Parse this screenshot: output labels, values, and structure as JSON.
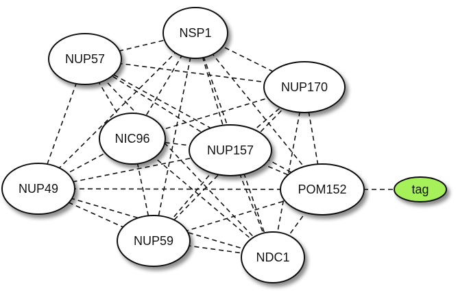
{
  "diagram": {
    "type": "network-graph",
    "edge_style": "dashed",
    "nodes": [
      {
        "id": "NSP1",
        "label": "NSP1",
        "fill": "#ffffff"
      },
      {
        "id": "NUP57",
        "label": "NUP57",
        "fill": "#ffffff"
      },
      {
        "id": "NUP170",
        "label": "NUP170",
        "fill": "#ffffff"
      },
      {
        "id": "NIC96",
        "label": "NIC96",
        "fill": "#ffffff"
      },
      {
        "id": "NUP157",
        "label": "NUP157",
        "fill": "#ffffff"
      },
      {
        "id": "NUP49",
        "label": "NUP49",
        "fill": "#ffffff"
      },
      {
        "id": "POM152",
        "label": "POM152",
        "fill": "#ffffff"
      },
      {
        "id": "tag",
        "label": "tag",
        "fill": "#a6f05a"
      },
      {
        "id": "NUP59",
        "label": "NUP59",
        "fill": "#ffffff"
      },
      {
        "id": "NDC1",
        "label": "NDC1",
        "fill": "#ffffff"
      }
    ],
    "edges": [
      [
        "NSP1",
        "NUP57"
      ],
      [
        "NSP1",
        "NUP170"
      ],
      [
        "NSP1",
        "NIC96"
      ],
      [
        "NSP1",
        "NUP157"
      ],
      [
        "NSP1",
        "NUP49"
      ],
      [
        "NSP1",
        "NUP59"
      ],
      [
        "NSP1",
        "POM152"
      ],
      [
        "NSP1",
        "NDC1"
      ],
      [
        "NUP57",
        "NUP49"
      ],
      [
        "NUP57",
        "NIC96"
      ],
      [
        "NUP57",
        "NUP157"
      ],
      [
        "NUP57",
        "POM152"
      ],
      [
        "NUP57",
        "NDC1"
      ],
      [
        "NUP57",
        "NUP170"
      ],
      [
        "NUP170",
        "NIC96"
      ],
      [
        "NUP170",
        "NUP157"
      ],
      [
        "NUP170",
        "POM152"
      ],
      [
        "NUP170",
        "NUP59"
      ],
      [
        "NUP170",
        "NDC1"
      ],
      [
        "NIC96",
        "NUP157"
      ],
      [
        "NIC96",
        "NUP49"
      ],
      [
        "NIC96",
        "NUP59"
      ],
      [
        "NIC96",
        "NDC1"
      ],
      [
        "NUP157",
        "NUP49"
      ],
      [
        "NUP157",
        "POM152"
      ],
      [
        "NUP157",
        "NUP59"
      ],
      [
        "NUP157",
        "NDC1"
      ],
      [
        "NUP49",
        "POM152"
      ],
      [
        "NUP49",
        "NUP59"
      ],
      [
        "NUP49",
        "NDC1"
      ],
      [
        "POM152",
        "NDC1"
      ],
      [
        "POM152",
        "NUP59"
      ],
      [
        "POM152",
        "tag"
      ],
      [
        "NUP59",
        "NDC1"
      ]
    ]
  }
}
